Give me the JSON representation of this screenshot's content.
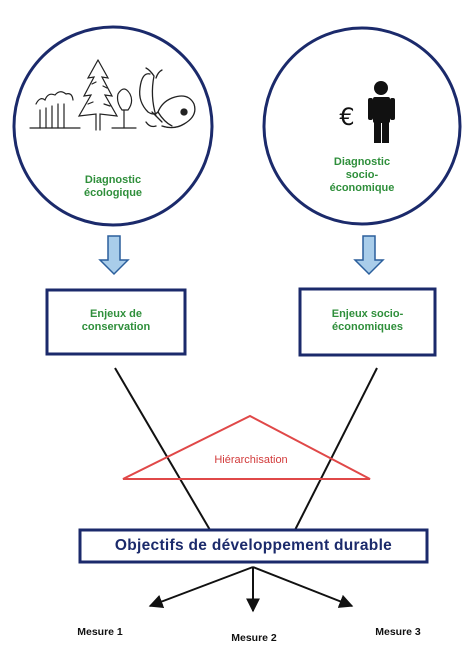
{
  "diagram": {
    "nodes": {
      "diag_eco": {
        "line1": "Diagnostic",
        "line2": "écologique"
      },
      "diag_socio": {
        "line1": "Diagnostic",
        "line2": "socio-",
        "line3": "économique"
      },
      "currency_symbol": "€",
      "enjeux_conservation": {
        "line1": "Enjeux de",
        "line2": "conservation"
      },
      "enjeux_socio": {
        "line1": "Enjeux socio-",
        "line2": "économiques"
      },
      "hierarchisation": "Hiérarchisation",
      "objectifs": "Objectifs de développement durable",
      "mesures": [
        "Mesure 1",
        "Mesure 2",
        "Mesure 3"
      ]
    },
    "edges": [
      {
        "from": "diag_eco",
        "to": "enjeux_conservation",
        "style": "block-arrow"
      },
      {
        "from": "diag_socio",
        "to": "enjeux_socio",
        "style": "block-arrow"
      },
      {
        "from": "enjeux_conservation",
        "to": "objectifs",
        "style": "line"
      },
      {
        "from": "enjeux_socio",
        "to": "objectifs",
        "style": "line"
      },
      {
        "from": "objectifs",
        "to": "Mesure 1",
        "style": "arrow"
      },
      {
        "from": "objectifs",
        "to": "Mesure 2",
        "style": "arrow"
      },
      {
        "from": "objectifs",
        "to": "Mesure 3",
        "style": "arrow"
      }
    ],
    "icons": [
      "forest-icon",
      "butterfly-icon",
      "person-icon",
      "euro-icon"
    ],
    "colors": {
      "circle_border": "#1b2a6b",
      "box_border": "#1b2a6b",
      "label_green": "#2f8f3b",
      "block_arrow_fill": "#a9cdea",
      "block_arrow_stroke": "#2b5f9c",
      "triangle_stroke": "#e04848"
    }
  }
}
